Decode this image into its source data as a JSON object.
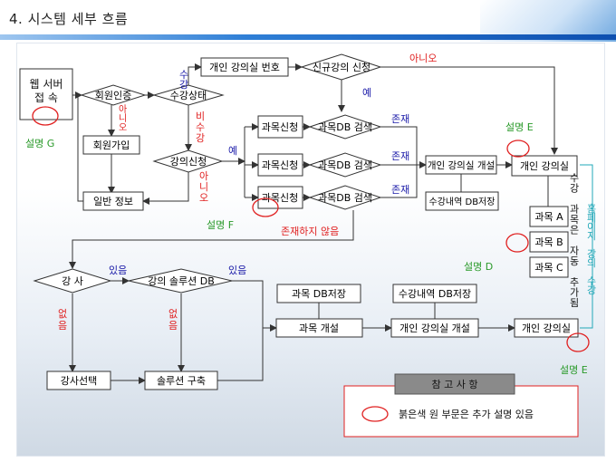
{
  "page": {
    "title": "4. 시스템 세부 흐름"
  },
  "colors": {
    "line": "#333333",
    "red": "#e02020",
    "blue": "#1a1aa8",
    "green": "#2a9a2a",
    "cyan": "#22a8b8"
  },
  "nodes": {
    "web": "웹 서버\n접   속",
    "member_auth": "회원인증",
    "course_status": "수강상태",
    "register": "회원가입",
    "info": "일반 정보",
    "open_course": "개인 강의실 번호",
    "new_apply": "신규강의 신청",
    "course_apply": "강의신청",
    "subj1": "과목신청",
    "subj2": "과목신청",
    "subj3": "과목신청",
    "db_search1": "과목DB 검색",
    "db_search2": "과목DB 검색",
    "db_search3": "과목DB 검색",
    "personal_open": "개인 강의실 개설",
    "personal_room1": "개인 강의실",
    "history_db": "수강내역 DB저장",
    "subj_a": "과목 A",
    "subj_b": "과목 B",
    "subj_c": "과목 C",
    "instructor": "강 사",
    "solution_db": "강의 솔루션 DB",
    "subj_db_save": "과목 DB저장",
    "history_db2": "수강내역 DB저장",
    "subj_open": "과목 개설",
    "personal_open2": "개인 강의실 개설",
    "personal_room2": "개인 강의실",
    "instructor_select": "강사선택",
    "solution_build": "솔루션 구축"
  },
  "labels": {
    "no1": "아니오",
    "yes1": "예",
    "sugang": "수강",
    "ani_v": "아니오",
    "bisugang": "비수강",
    "yes2": "예",
    "ani_v2": "아니오",
    "exist1": "존재",
    "exist2": "존재",
    "exist3": "존재",
    "not_exist": "존재하지 않음",
    "have1": "있음",
    "have2": "있음",
    "none1": "없음",
    "none2": "없음",
    "vertical_note": "수강 과목은 자동 추가됨",
    "vertical_note2": "홈페이지 강의 수강",
    "note_g": "설명 G",
    "note_f": "설명 F",
    "note_e1": "설명 E",
    "note_d": "설명 D",
    "note_e2": "설명 E"
  },
  "reference": {
    "title": "참   고   사   항",
    "text": "붉은색 원 부문은 추가 설명 있음"
  }
}
